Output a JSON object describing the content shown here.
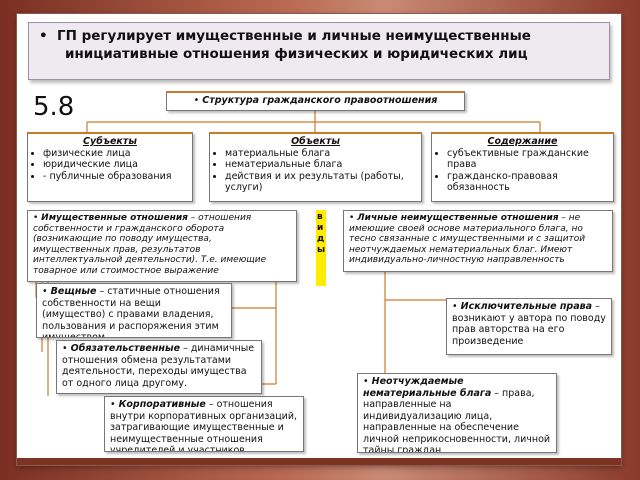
{
  "header": {
    "bullet": "•",
    "line1": "ГП   регулирует имущественные и личные неимущественные",
    "line2": "инициативные отношения физических и юридических лиц"
  },
  "section_number": "5.8",
  "structure": {
    "title": "Структура гражданского правоотношения"
  },
  "subjects": {
    "title": "Субъекты",
    "items": [
      "физические лица",
      "юридические лица",
      "- публичные образования"
    ]
  },
  "objects": {
    "title": "Объекты",
    "items": [
      "материальные блага",
      "нематериальные блага",
      "действия и их результаты (работы, услуги)"
    ]
  },
  "content": {
    "title": "Содержание",
    "items": [
      "субъективные гражданские права",
      "гражданско-правовая обязанность"
    ]
  },
  "property": {
    "term": "Имущественные отношения",
    "text": " – отношения собственности и гражданского оборота (возникающие по поводу имущества, имущественных прав, результатов интеллектуальной деятельности). Т.е. имеющие товарное или стоимостное выражение"
  },
  "middle_letters": [
    "в",
    "и",
    "д",
    "ы"
  ],
  "personal": {
    "term": "Личные неимущественные отношения",
    "text": " – не имеющие своей основе материального блага, но тесно связанные с имущественными и с защитой неотчуждаемых нематериальных благ. Имеют индивидуально-личностную направленность"
  },
  "property_types": [
    {
      "term": "Вещные",
      "text": " – статичные отношения собственности на вещи (имущество) с правами владения, пользования и распоряжения этим имуществом."
    },
    {
      "term": "Обязательственные",
      "text": " – динамичные отношения обмена результатами деятельности, переходы имущества от одного лица другому."
    },
    {
      "term": "Корпоративные",
      "text": " – отношения внутри корпоративных организаций, затрагивающие имущественные и неимущественные отношения учредителей и участников"
    }
  ],
  "personal_types": [
    {
      "term": "Исключительные права",
      "text": " – возникают у автора по поводу прав авторства на его произведение"
    },
    {
      "term": "Неотчуждаемые нематериальные блага",
      "text": " – права, направленные на индивидуализацию лица, направленные на обеспечение личной неприкосновенности, личной тайны граждан"
    }
  ],
  "colors": {
    "accent_line": "#c97a2b",
    "highlight": "#ffec00",
    "frame": "#7d3424"
  }
}
